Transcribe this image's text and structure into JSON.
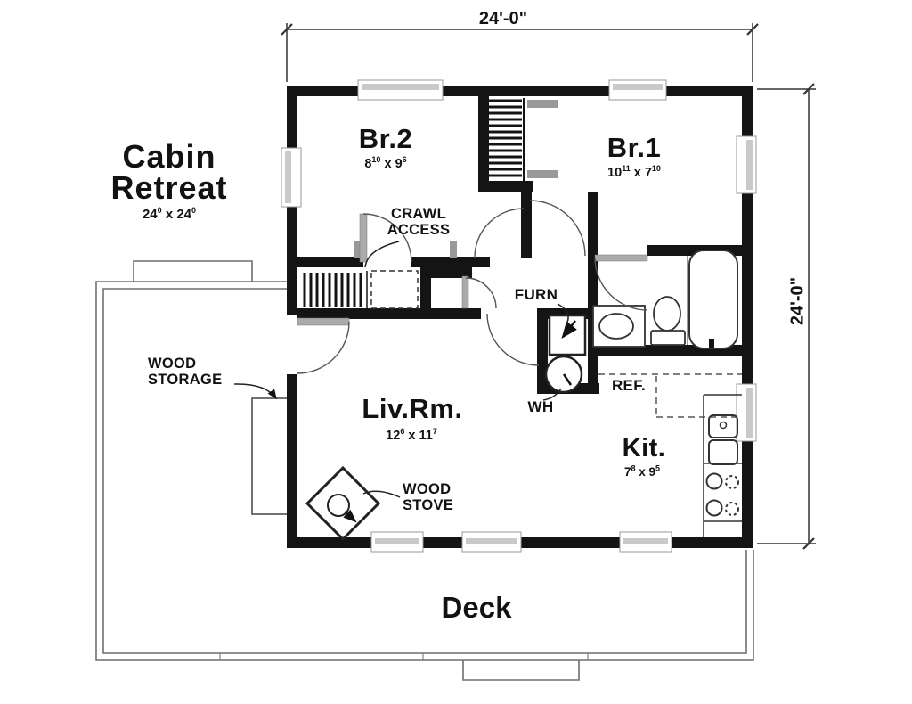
{
  "title": {
    "line1": "Cabin",
    "line2": "Retreat",
    "size": {
      "a": "24",
      "a_sup": "0",
      "sep": "x",
      "b": "24",
      "b_sup": "0"
    }
  },
  "dimensions": {
    "top": "24'-0\"",
    "right": "24'-0\""
  },
  "rooms": {
    "br2": {
      "name": "Br.2",
      "dim": {
        "a": "8",
        "a_sup": "10",
        "sep": "x",
        "b": "9",
        "b_sup": "6"
      }
    },
    "br1": {
      "name": "Br.1",
      "dim": {
        "a": "10",
        "a_sup": "11",
        "sep": "x",
        "b": "7",
        "b_sup": "10"
      }
    },
    "liv": {
      "name": "Liv.Rm.",
      "dim": {
        "a": "12",
        "a_sup": "6",
        "sep": "x",
        "b": "11",
        "b_sup": "7"
      }
    },
    "kit": {
      "name": "Kit.",
      "dim": {
        "a": "7",
        "a_sup": "8",
        "sep": "x",
        "b": "9",
        "b_sup": "5"
      }
    },
    "deck": {
      "name": "Deck"
    }
  },
  "labels": {
    "crawl_line1": "CRAWL",
    "crawl_line2": "ACCESS",
    "furn": "FURN",
    "wh": "WH",
    "ref": "REF.",
    "wood_storage_line1": "WOOD",
    "wood_storage_line2": "STORAGE",
    "wood_stove_line1": "WOOD",
    "wood_stove_line2": "STOVE"
  },
  "colors": {
    "wall": "#141414",
    "line": "#333333",
    "door_leaf": "#aaaaaa",
    "background": "#ffffff"
  }
}
